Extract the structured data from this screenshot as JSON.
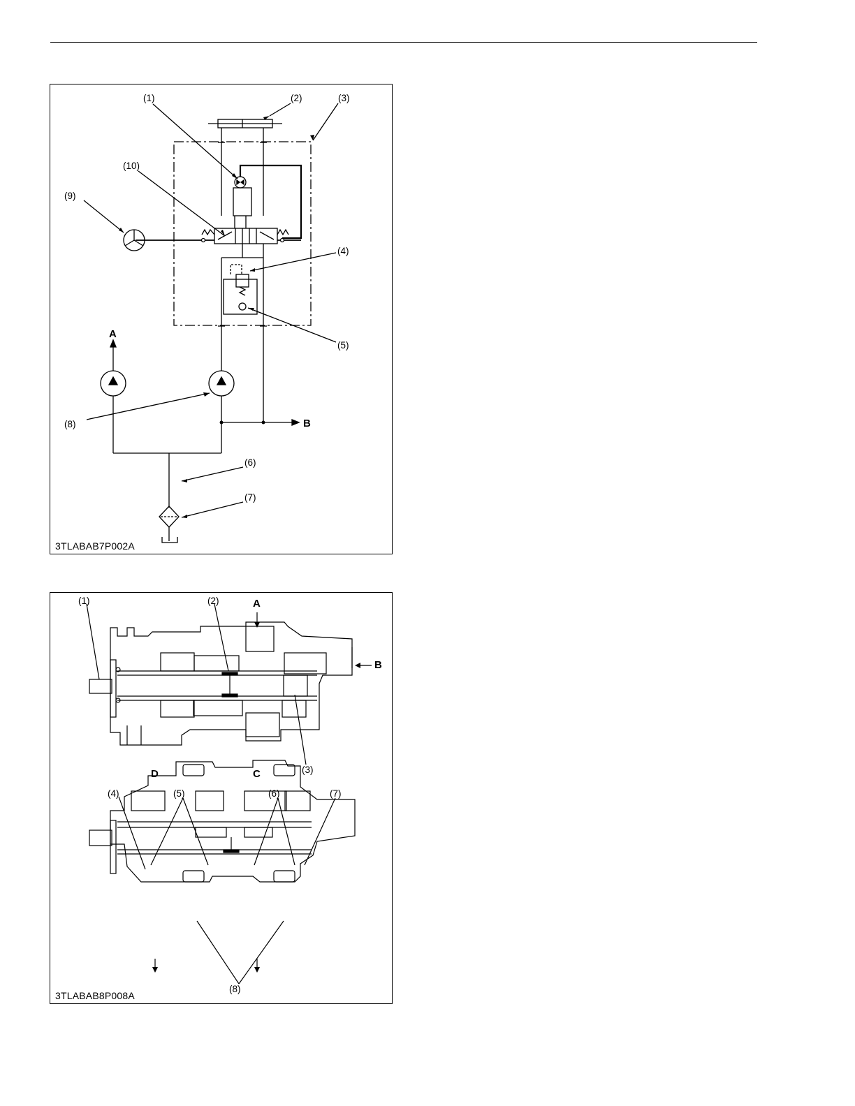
{
  "figures": [
    {
      "code": "3TLABAB7P002A",
      "callouts": [
        "(1)",
        "(2)",
        "(3)",
        "(4)",
        "(5)",
        "(6)",
        "(7)",
        "(8)",
        "(9)",
        "(10)"
      ],
      "ports": [
        "A",
        "B"
      ]
    },
    {
      "code": "3TLABAB8P008A",
      "callouts": [
        "(1)",
        "(2)",
        "(3)",
        "(4)",
        "(5)",
        "(6)",
        "(7)",
        "(8)"
      ],
      "ports": [
        "A",
        "B",
        "C",
        "D"
      ]
    }
  ]
}
